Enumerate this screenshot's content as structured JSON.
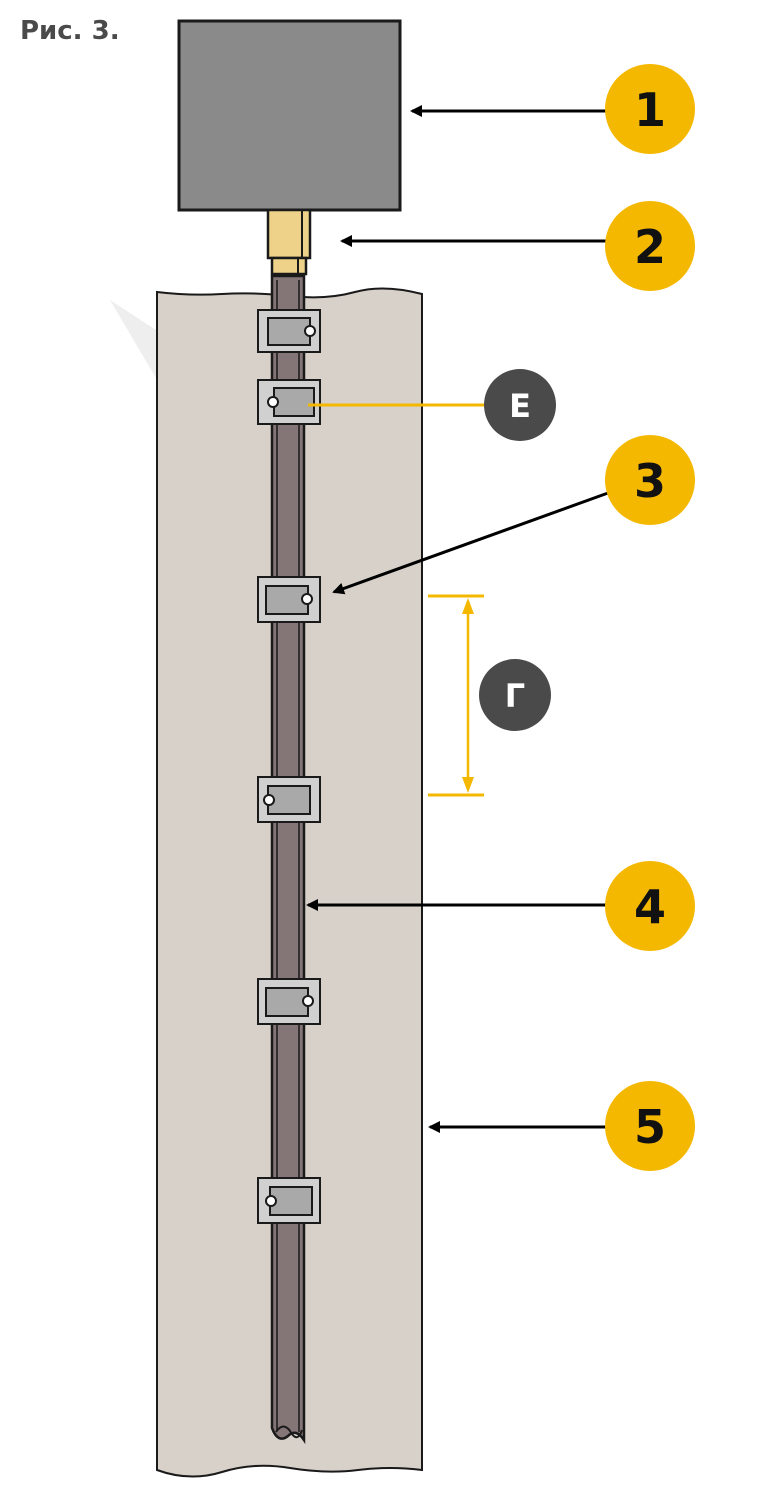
{
  "figure": {
    "caption": "Рис. 3."
  },
  "callouts": [
    {
      "number": "1",
      "color": "#F5B800"
    },
    {
      "number": "2",
      "color": "#F5B800"
    },
    {
      "number": "3",
      "color": "#F5B800"
    },
    {
      "number": "4",
      "color": "#F5B800"
    },
    {
      "number": "5",
      "color": "#F5B800"
    }
  ],
  "letter_markers": [
    {
      "letter": "Е",
      "color": "#4a4a4a"
    },
    {
      "letter": "Г",
      "color": "#4a4a4a"
    }
  ],
  "colors": {
    "box": "#8a8a8a",
    "connector": "#eed28a",
    "wall": "#d8d1c9",
    "cable": "#847577",
    "clamp": "#cfcfcf",
    "accent_line": "#F5B800",
    "arrow": "#000000"
  }
}
